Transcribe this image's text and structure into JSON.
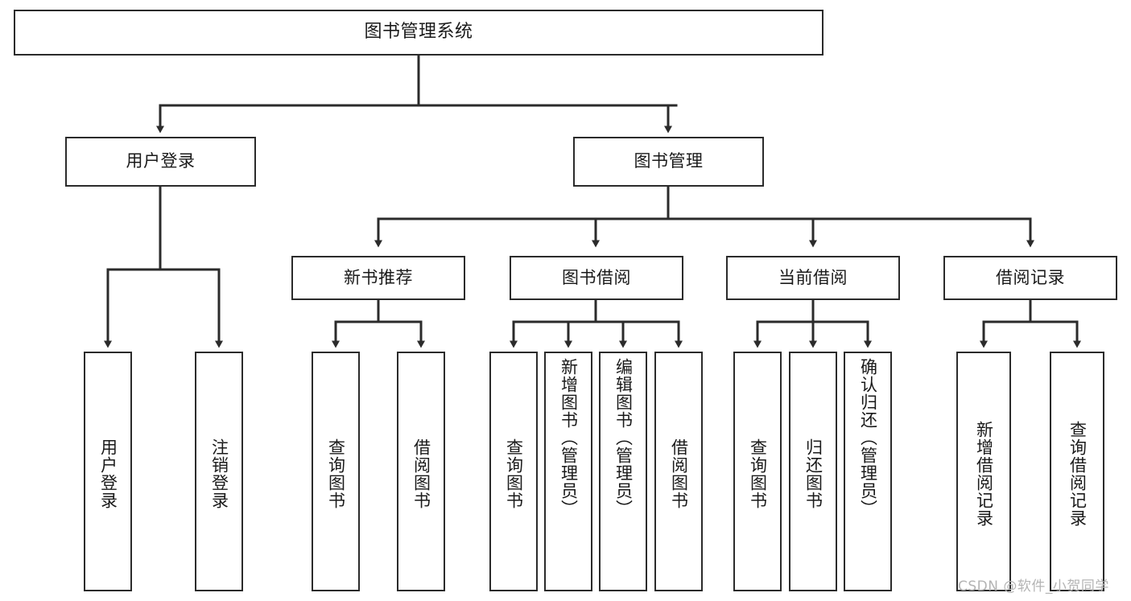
{
  "diagram": {
    "title": "图书管理系统",
    "watermark": "CSDN @软件_小贺同学",
    "line_color": "#2b2b2b",
    "box_fill": "#ffffff",
    "text_color": "#1a1a1a",
    "watermark_color": "#b4b4b4",
    "levels": {
      "root": "图书管理系统",
      "level2": [
        "用户登录",
        "图书管理"
      ],
      "level3": [
        "新书推荐",
        "图书借阅",
        "当前借阅",
        "借阅记录"
      ]
    },
    "nodes": {
      "root": {
        "label": "图书管理系统"
      },
      "user_login": {
        "label": "用户登录"
      },
      "book_manage": {
        "label": "图书管理"
      },
      "new_book_rec": {
        "label": "新书推荐"
      },
      "book_borrow": {
        "label": "图书借阅"
      },
      "current_borrow": {
        "label": "当前借阅"
      },
      "borrow_record": {
        "label": "借阅记录"
      },
      "leaf_user_login": {
        "label": "用户登录"
      },
      "leaf_logout": {
        "label": "注销登录"
      },
      "leaf_query_book_1": {
        "label": "查询图书"
      },
      "leaf_borrow_book_1": {
        "label": "借阅图书"
      },
      "leaf_query_book_2": {
        "label": "查询图书"
      },
      "leaf_add_book": {
        "label": "新增图书（管理员）"
      },
      "leaf_edit_book": {
        "label": "编辑图书（管理员）"
      },
      "leaf_borrow_book_2": {
        "label": "借阅图书"
      },
      "leaf_query_book_3": {
        "label": "查询图书"
      },
      "leaf_return_book": {
        "label": "归还图书"
      },
      "leaf_confirm_return": {
        "label": "确认归还（管理员）"
      },
      "leaf_add_record": {
        "label": "新增借阅记录"
      },
      "leaf_query_record": {
        "label": "查询借阅记录"
      }
    },
    "tree": {
      "root": "图书管理系统",
      "children": [
        {
          "label": "用户登录",
          "children": [
            {
              "label": "用户登录"
            },
            {
              "label": "注销登录"
            }
          ]
        },
        {
          "label": "图书管理",
          "children": [
            {
              "label": "新书推荐",
              "children": [
                {
                  "label": "查询图书"
                },
                {
                  "label": "借阅图书"
                }
              ]
            },
            {
              "label": "图书借阅",
              "children": [
                {
                  "label": "查询图书"
                },
                {
                  "label": "新增图书（管理员）"
                },
                {
                  "label": "编辑图书（管理员）"
                },
                {
                  "label": "借阅图书"
                }
              ]
            },
            {
              "label": "当前借阅",
              "children": [
                {
                  "label": "查询图书"
                },
                {
                  "label": "归还图书"
                },
                {
                  "label": "确认归还（管理员）"
                }
              ]
            },
            {
              "label": "借阅记录",
              "children": [
                {
                  "label": "新增借阅记录"
                },
                {
                  "label": "查询借阅记录"
                }
              ]
            }
          ]
        }
      ]
    }
  }
}
